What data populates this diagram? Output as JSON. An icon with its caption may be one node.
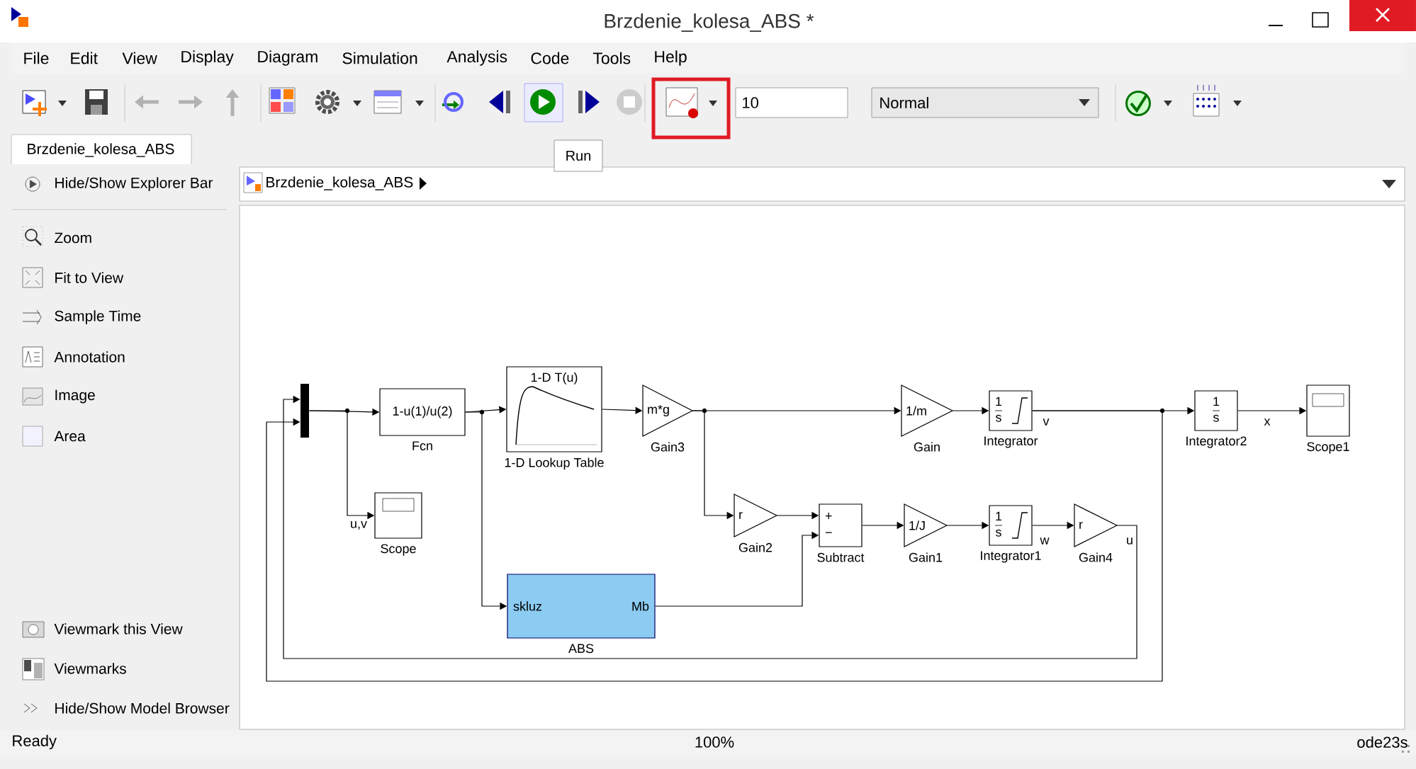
{
  "diagram": {
    "title": "Brzdenie_kolesa_ABS *",
    "nodes": [
      {
        "text": [],
        "shape": "bar"
      },
      {
        "text": [
          "1-u(1)/u(2)"
        ],
        "beside": [
          "Fcn"
        ]
      },
      {
        "text": [
          "1-D T(u)"
        ],
        "beside": [
          "1-D Lookup Table"
        ]
      },
      {
        "text": [
          "m*g"
        ],
        "beside": [
          "Gain3"
        ]
      },
      {
        "text": [
          "1/m"
        ],
        "beside": [
          "Gain"
        ]
      },
      {
        "text": [
          "1",
          "s"
        ],
        "beside": [
          "Integrator"
        ]
      },
      {
        "text": [
          "1",
          "s"
        ],
        "beside": [
          "Integrator2"
        ]
      },
      {
        "text": [],
        "shape": "box",
        "beside": [
          "Scope1"
        ]
      },
      {
        "text": [],
        "shape": "box",
        "beside": [
          "Scope"
        ]
      },
      {
        "text": [
          "r"
        ],
        "beside": [
          "Gain2"
        ]
      },
      {
        "text": [
          "+",
          "−"
        ],
        "beside": [
          "Subtract"
        ]
      },
      {
        "text": [
          "1/J"
        ],
        "beside": [
          "Gain1"
        ]
      },
      {
        "text": [
          "1",
          "s"
        ],
        "beside": [
          "Integrator1"
        ]
      },
      {
        "text": [
          "r"
        ],
        "beside": [
          "Gain4"
        ]
      },
      {
        "text": [
          "skluz",
          "Mb"
        ],
        "beside": [
          "ABS"
        ]
      }
    ],
    "edges": [
      {
        "from": 0,
        "to": 1,
        "arrow": "to"
      },
      {
        "from": 0,
        "to": 8,
        "arrow": "to",
        "label": "u,v"
      },
      {
        "from": 1,
        "to": 2,
        "arrow": "to"
      },
      {
        "from": 1,
        "to": 14,
        "arrow": "to"
      },
      {
        "from": 2,
        "to": 3,
        "arrow": "to"
      },
      {
        "from": 3,
        "to": 4,
        "arrow": "to"
      },
      {
        "from": 3,
        "to": 9,
        "arrow": "to"
      },
      {
        "from": 4,
        "to": 5,
        "arrow": "to"
      },
      {
        "from": 5,
        "to": 6,
        "arrow": "to",
        "label": "v"
      },
      {
        "from": 5,
        "to": 0,
        "arrow": "to"
      },
      {
        "from": 6,
        "to": 7,
        "arrow": "to",
        "label": "x"
      },
      {
        "from": 9,
        "to": 10,
        "arrow": "to"
      },
      {
        "from": 14,
        "to": 10,
        "arrow": "to"
      },
      {
        "from": 10,
        "to": 11,
        "arrow": "to"
      },
      {
        "from": 11,
        "to": 12,
        "arrow": "to"
      },
      {
        "from": 12,
        "to": 13,
        "arrow": "to",
        "label": "w"
      },
      {
        "from": 13,
        "to": 0,
        "arrow": "to",
        "label": "u"
      }
    ],
    "labels": [
      "File",
      "Edit",
      "View",
      "Display",
      "Diagram",
      "Simulation",
      "Analysis",
      "Code",
      "Tools",
      "Help",
      "10",
      "Normal",
      "Brzdenie_kolesa_ABS",
      "Run",
      "Hide/Show Explorer Bar",
      "Brzdenie_kolesa_ABS",
      "Zoom",
      "Fit to View",
      "Sample Time",
      "Annotation",
      "Image",
      "Area",
      "Viewmark this View",
      "Viewmarks",
      "Hide/Show Model Browser",
      "Ready",
      "100%",
      "ode23s"
    ]
  }
}
